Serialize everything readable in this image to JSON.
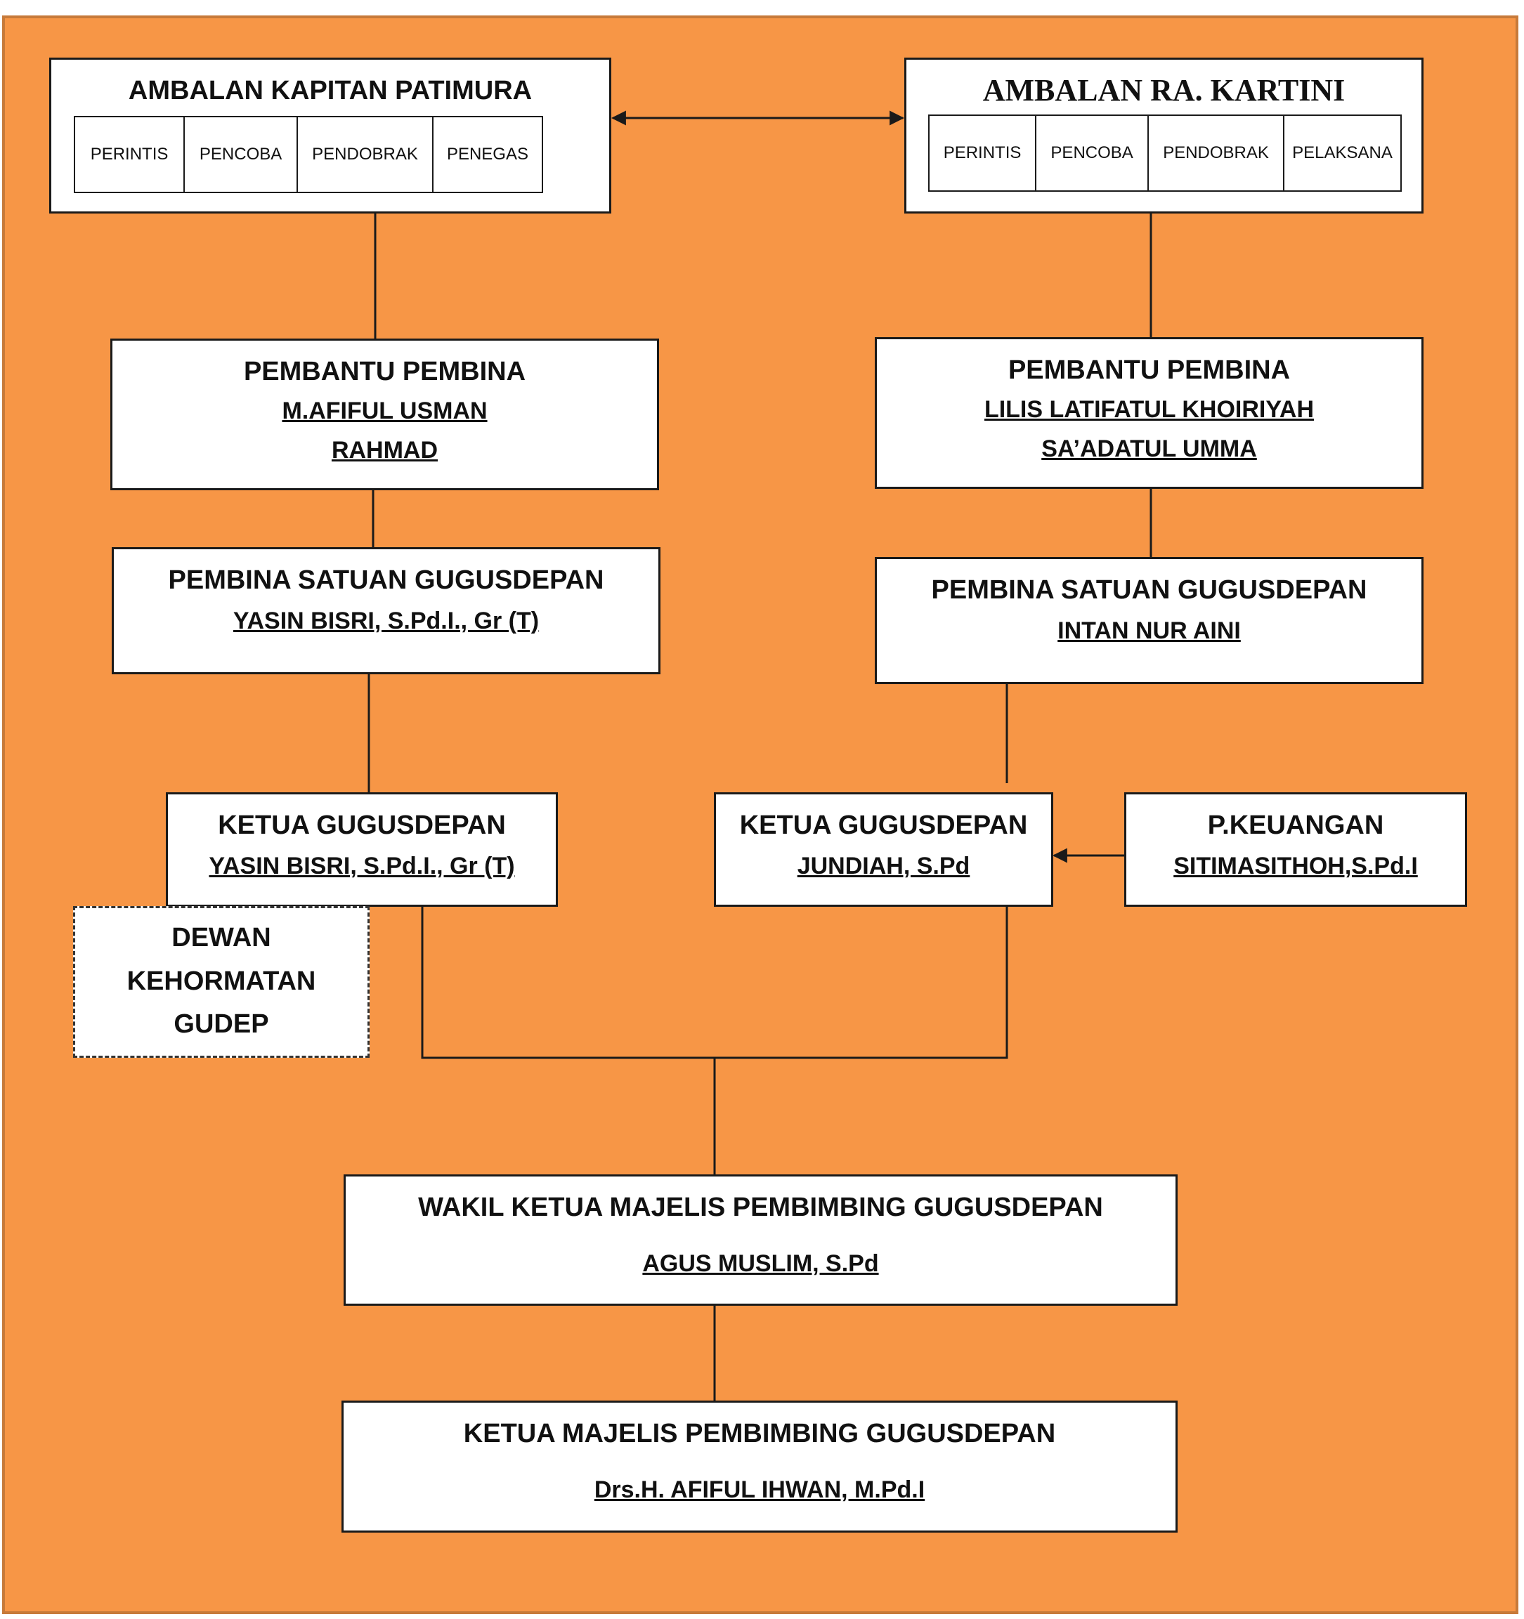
{
  "ambalan_left": {
    "title": "AMBALAN KAPITAN PATIMURA",
    "ranks": [
      "PERINTIS",
      "PENCOBA",
      "PENDOBRAK",
      "PENEGAS"
    ]
  },
  "ambalan_right": {
    "title": "AMBALAN RA. KARTINI",
    "ranks": [
      "PERINTIS",
      "PENCOBA",
      "PENDOBRAK",
      "PELAKSANA"
    ]
  },
  "pembantu_left": {
    "title": "PEMBANTU PEMBINA",
    "names": [
      "M.AFIFUL USMAN",
      "RAHMAD"
    ]
  },
  "pembantu_right": {
    "title": "PEMBANTU PEMBINA",
    "names": [
      "LILIS LATIFATUL KHOIRIYAH",
      "SA’ADATUL UMMA"
    ]
  },
  "pembina_left": {
    "title": "PEMBINA SATUAN GUGUSDEPAN",
    "name": "YASIN BISRI, S.Pd.I., Gr (T)"
  },
  "pembina_right": {
    "title": "PEMBINA SATUAN GUGUSDEPAN",
    "name": "INTAN NUR AINI"
  },
  "ketua_left": {
    "title": "KETUA GUGUSDEPAN",
    "name": "YASIN BISRI, S.Pd.I., Gr (T)"
  },
  "ketua_right": {
    "title": "KETUA GUGUSDEPAN",
    "name": "JUNDIAH, S.Pd"
  },
  "keuangan": {
    "title": "P.KEUANGAN",
    "name": "SITIMASITHOH,S.Pd.I"
  },
  "dewan": {
    "lines": [
      "DEWAN",
      "KEHORMATAN",
      "GUDEP"
    ]
  },
  "wakil_ketua": {
    "title": "WAKIL KETUA MAJELIS PEMBIMBING GUGUSDEPAN",
    "name": "AGUS MUSLIM, S.Pd"
  },
  "ketua_majelis": {
    "title": "KETUA MAJELIS PEMBIMBING GUGUSDEPAN",
    "name": "Drs.H. AFIFUL IHWAN, M.Pd.I"
  },
  "colors": {
    "background": "#f79646",
    "box": "#ffffff",
    "line": "#1a1a1a"
  }
}
